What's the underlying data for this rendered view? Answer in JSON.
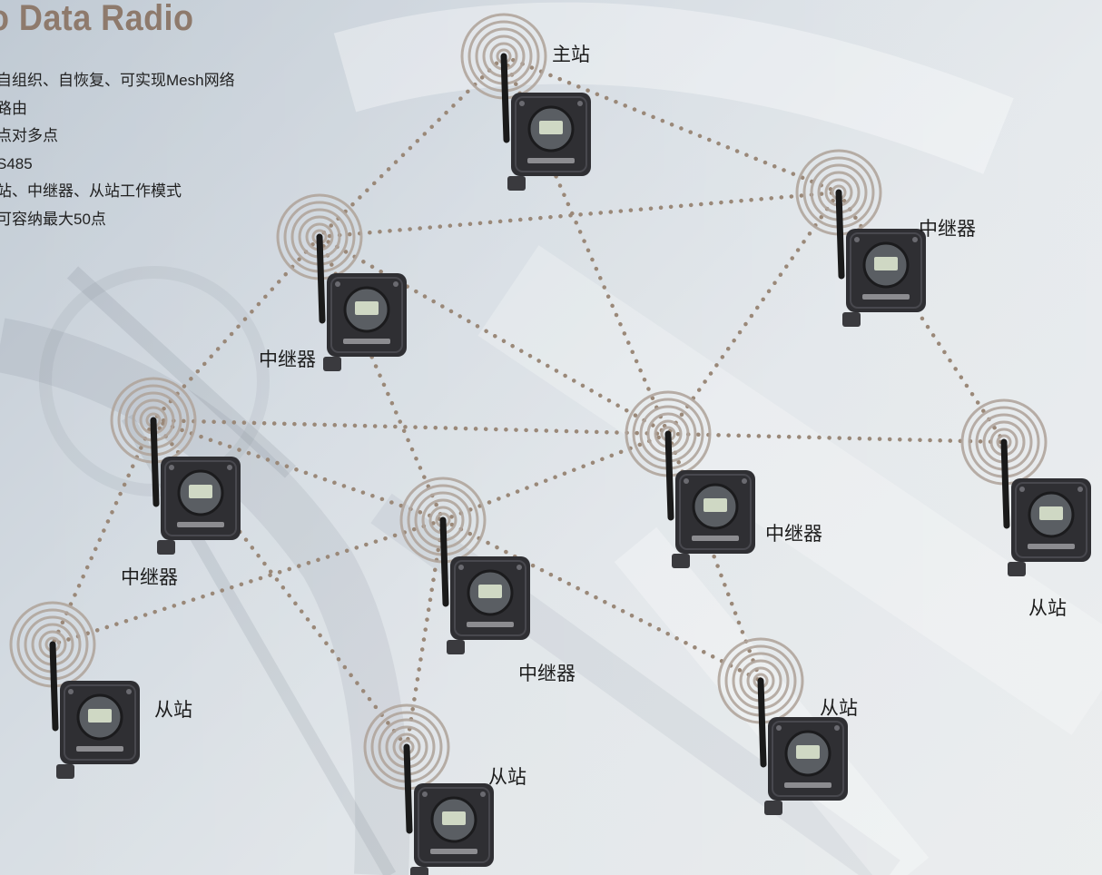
{
  "header": {
    "title": "o Data Radio",
    "features": [
      "自组织、自恢复、可实现Mesh网络",
      "路由",
      "点对多点",
      "S485",
      "站、中继器、从站工作模式",
      "可容纳最大50点"
    ]
  },
  "diagram": {
    "colors": {
      "ring": "#b0a59c",
      "link": "#9a8878",
      "device": "#2f2f33",
      "antenna": "#1a1a1a"
    },
    "nodes": [
      {
        "id": "master",
        "label": "主站"
      },
      {
        "id": "repeater-top-right",
        "label": "中继器"
      },
      {
        "id": "repeater-upper-left",
        "label": "中继器"
      },
      {
        "id": "repeater-left",
        "label": "中继器"
      },
      {
        "id": "repeater-center-bottom",
        "label": "中继器"
      },
      {
        "id": "repeater-center",
        "label": "中继器"
      },
      {
        "id": "slave-right",
        "label": "从站"
      },
      {
        "id": "slave-bottom-left",
        "label": "从站"
      },
      {
        "id": "slave-bottom-center",
        "label": "从站"
      },
      {
        "id": "slave-bottom-right",
        "label": "从站"
      }
    ],
    "links": [
      [
        "master",
        "repeater-top-right"
      ],
      [
        "master",
        "repeater-upper-left"
      ],
      [
        "master",
        "repeater-center"
      ],
      [
        "repeater-upper-left",
        "repeater-top-right"
      ],
      [
        "repeater-top-right",
        "repeater-center"
      ],
      [
        "repeater-top-right",
        "slave-right"
      ],
      [
        "repeater-upper-left",
        "repeater-left"
      ],
      [
        "repeater-upper-left",
        "repeater-center"
      ],
      [
        "repeater-upper-left",
        "repeater-center-bottom"
      ],
      [
        "repeater-left",
        "repeater-center"
      ],
      [
        "repeater-left",
        "repeater-center-bottom"
      ],
      [
        "repeater-left",
        "slave-bottom-left"
      ],
      [
        "repeater-left",
        "slave-bottom-center"
      ],
      [
        "repeater-center",
        "slave-right"
      ],
      [
        "repeater-center",
        "repeater-center-bottom"
      ],
      [
        "repeater-center",
        "slave-bottom-right"
      ],
      [
        "repeater-center-bottom",
        "slave-bottom-left"
      ],
      [
        "repeater-center-bottom",
        "slave-bottom-center"
      ],
      [
        "repeater-center-bottom",
        "slave-bottom-right"
      ]
    ]
  }
}
